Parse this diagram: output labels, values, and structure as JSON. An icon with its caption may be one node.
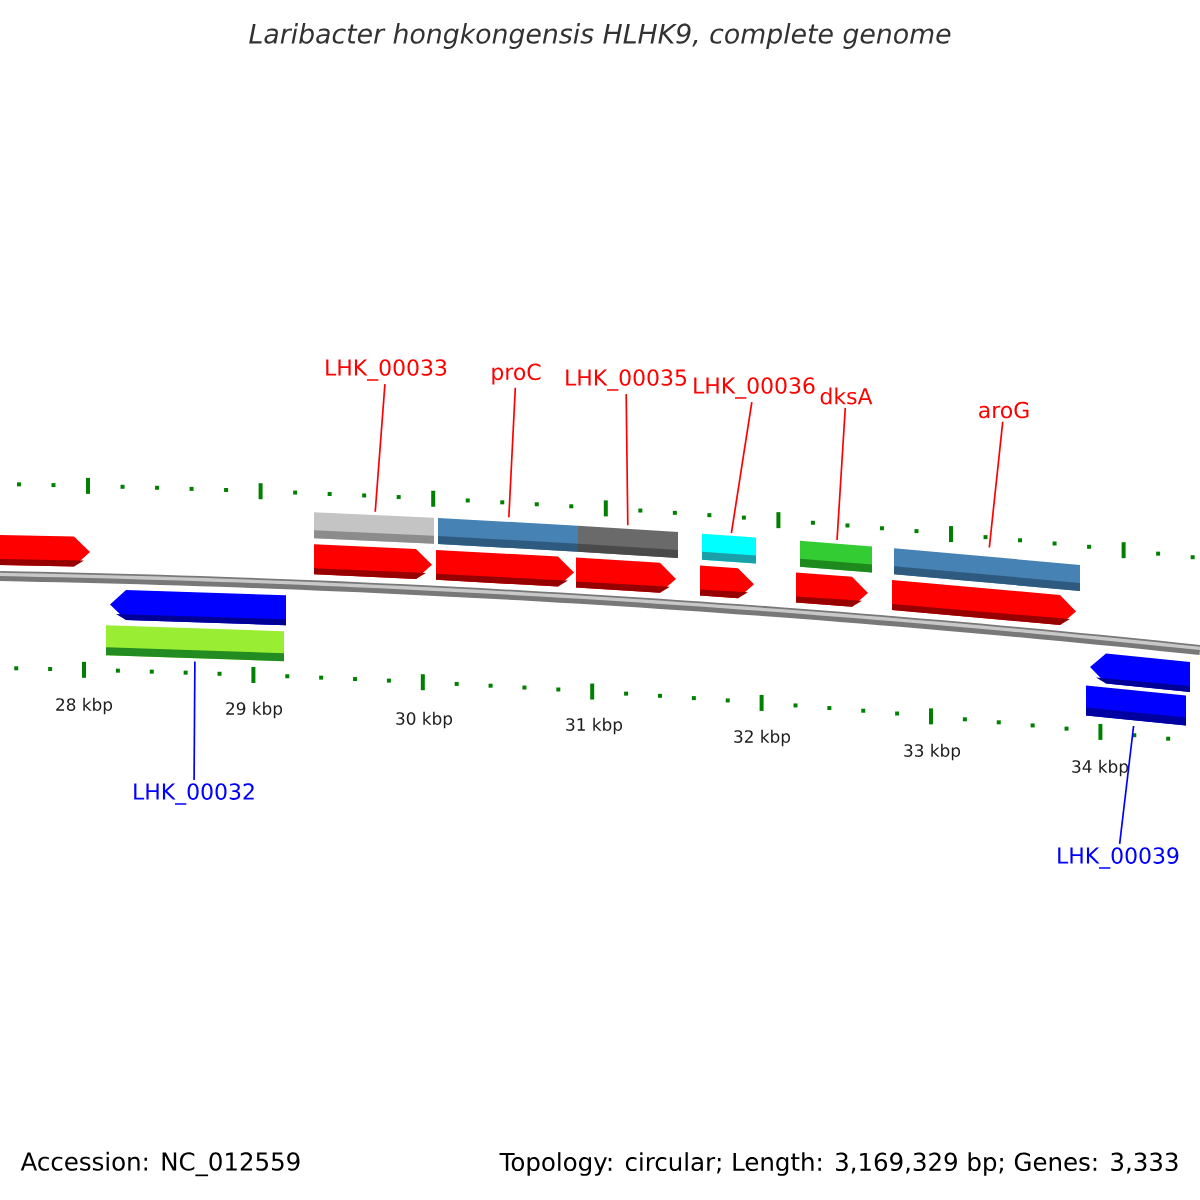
{
  "diagram": {
    "title": "Laribacter hongkongensis HLHK9, complete genome",
    "nodes": [
      {
        "text": [
          "LHK_00033"
        ]
      },
      {
        "text": [
          "proC"
        ]
      },
      {
        "text": [
          "LHK_00035"
        ]
      },
      {
        "text": [
          "LHK_00036"
        ]
      },
      {
        "text": [
          "dksA"
        ]
      },
      {
        "text": [
          "aroG"
        ]
      },
      {
        "text": [
          "LHK_00032"
        ]
      },
      {
        "text": [
          "LHK_00039"
        ]
      },
      {
        "text": [],
        "shape": "bar"
      },
      {
        "text": [],
        "shape": "bar"
      },
      {
        "text": [],
        "shape": "bar"
      },
      {
        "text": [],
        "shape": "bar"
      },
      {
        "text": [],
        "shape": "bar"
      },
      {
        "text": [],
        "shape": "bar"
      },
      {
        "text": [],
        "shape": "bar"
      },
      {
        "text": [],
        "shape": "bar"
      }
    ],
    "edges": [
      {
        "from": 0,
        "to": 9,
        "arrow": "none"
      },
      {
        "from": 1,
        "to": 10,
        "arrow": "none"
      },
      {
        "from": 2,
        "to": 11,
        "arrow": "none"
      },
      {
        "from": 3,
        "to": 12,
        "arrow": "none"
      },
      {
        "from": 4,
        "to": 13,
        "arrow": "none"
      },
      {
        "from": 5,
        "to": 14,
        "arrow": "none"
      },
      {
        "from": 6,
        "to": 8,
        "arrow": "none",
        "color": "#0000ff"
      },
      {
        "from": 7,
        "to": 15,
        "arrow": "none",
        "color": "#0000ff"
      }
    ],
    "labels": [
      "28 kbp",
      "29 kbp",
      "30 kbp",
      "31 kbp",
      "32 kbp",
      "33 kbp",
      "34 kbp",
      "Accession: NC_012559",
      "Topology: circular; Length: 3,169,329 bp; Genes: 3,333"
    ]
  }
}
